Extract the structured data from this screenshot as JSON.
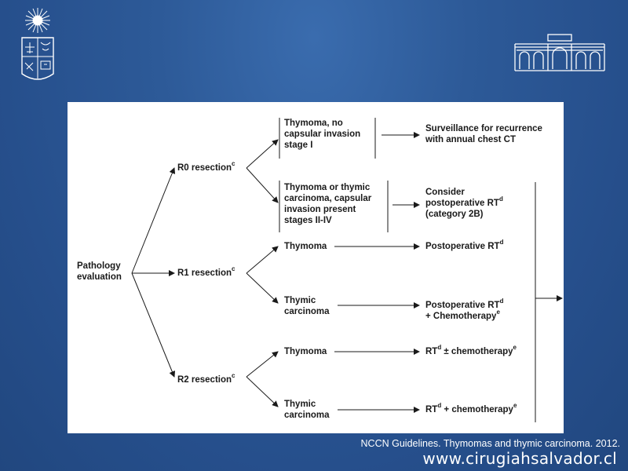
{
  "diagram": {
    "root": {
      "label_line1": "Pathology",
      "label_line2": "evaluation"
    },
    "resections": [
      {
        "label": "R0 resection",
        "sup": "c"
      },
      {
        "label": "R1 resection",
        "sup": "c"
      },
      {
        "label": "R2 resection",
        "sup": "c"
      }
    ],
    "r0_boxes": [
      {
        "line1": "Thymoma, no",
        "line2": "capsular invasion",
        "line3": "stage I"
      },
      {
        "line1": "Thymoma or thymic",
        "line2": "carcinoma, capsular",
        "line3": "invasion present",
        "line4": "stages II-IV"
      }
    ],
    "r1_items": [
      {
        "line1": "Thymoma"
      },
      {
        "line1": "Thymic",
        "line2": "carcinoma"
      }
    ],
    "r2_items": [
      {
        "line1": "Thymoma"
      },
      {
        "line1": "Thymic",
        "line2": "carcinoma"
      }
    ],
    "outcomes": {
      "o1": {
        "line1": "Surveillance for recurrence",
        "line2": "with annual chest CT"
      },
      "o2": {
        "line1": "Consider",
        "line2": "postoperative RT",
        "line2_sup": "d",
        "line3": "(category 2B)"
      },
      "o3": {
        "text": "Postoperative RT",
        "sup": "d"
      },
      "o4": {
        "line1": "Postoperative RT",
        "line1_sup": "d",
        "line2": "+ Chemotherapy",
        "line2_sup": "e"
      },
      "o5": {
        "a": "RT",
        "a_sup": "d",
        "b": " ± chemotherapy",
        "b_sup": "e"
      },
      "o6": {
        "a": "RT",
        "a_sup": "d",
        "b": " + chemotherapy",
        "b_sup": "e"
      }
    }
  },
  "footer": {
    "citation": "NCCN Guidelines. Thymomas and thymic carcinoma. 2012.",
    "website": "www.cirugiahsalvador.cl"
  },
  "logos": {
    "left": "university-crest-icon",
    "right": "hospital-building-icon"
  }
}
